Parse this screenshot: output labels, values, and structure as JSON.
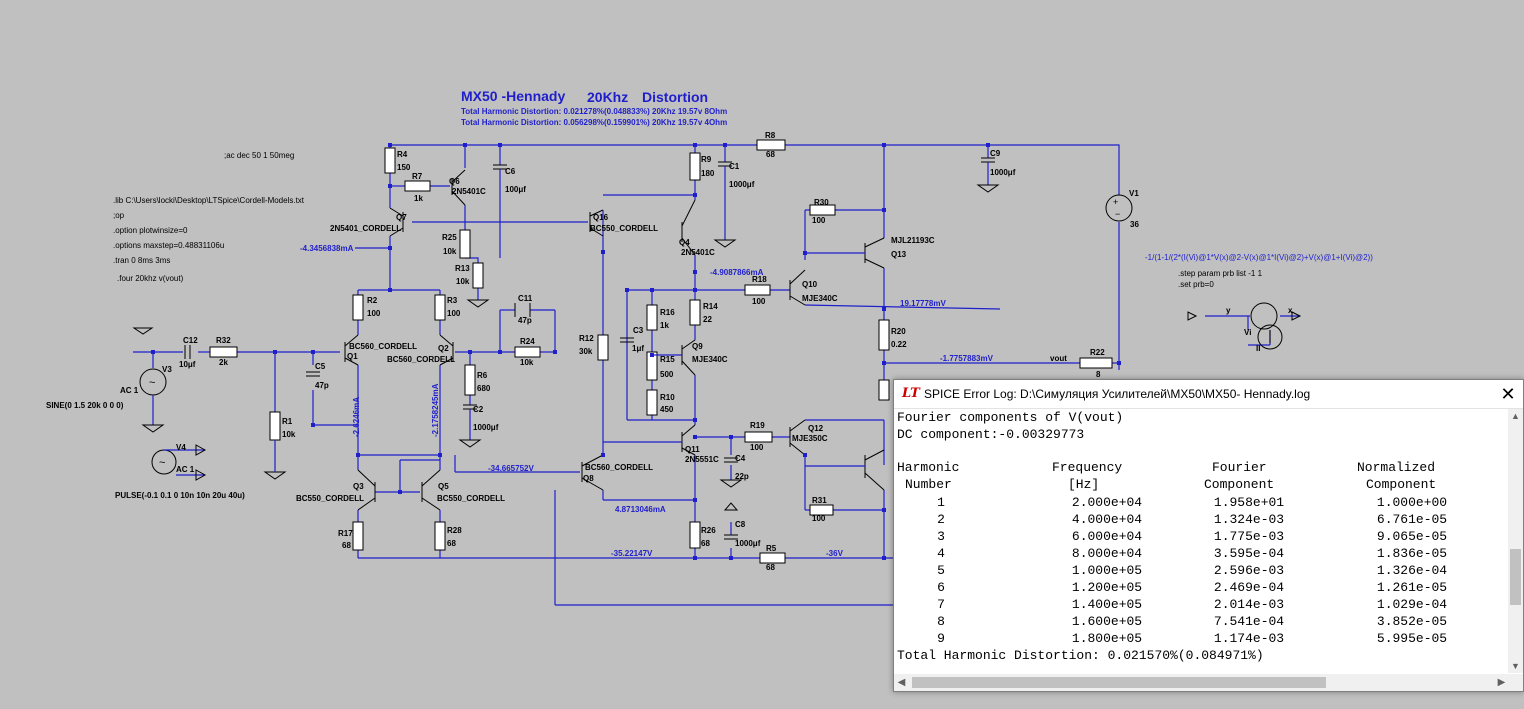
{
  "schematic": {
    "title": "MX50 -Hennady",
    "freq": "20Khz",
    "distortion_label": "Distortion",
    "thd_line1": "Total Harmonic Distortion: 0.021278%(0.048833%) 20Khz 19.57v  8Ohm",
    "thd_line2": "Total Harmonic Distortion: 0.056298%(0.159901%)  20Khz 19.57v  4Ohm",
    "directives": {
      "ac": ";ac dec 50 1 50meg",
      "lib": ".lib C:\\Users\\locki\\Desktop\\LTSpice\\Cordell-Models.txt",
      "op": ";op",
      "plotwinsize": ".option plotwinsize=0",
      "maxstep": ".options maxstep=0.48831106u",
      "tran": ".tran 0 8ms 3ms",
      "four": ".four 20khz v(vout)",
      "step": ".step param prb list -1 1",
      "setprb": ".set prb=0",
      "formula": "-1/(1-1/(2*(I(Vi)@1*V(x)@2-V(x)@1*I(Vi)@2)+V(x)@1+I(Vi)@2))"
    },
    "voltages": {
      "v1": "-4.3456838mA",
      "v2": "-4.9087866mA",
      "v3": "19.17778mV",
      "v4": "-1.7757883mV",
      "v5": "-2.6246mA",
      "v6": "-2.1758245mA",
      "v7": "-34.665752V",
      "v8": "4.8713046mA",
      "v9": "-35.22147V",
      "v10": "-36V"
    },
    "sources": {
      "v3_name": "V3",
      "v3_ac": "AC 1",
      "v3_sine": "SINE(0 1.5 20k 0 0 0)",
      "v4_name": "V4",
      "v4_ac": "AC 1",
      "v4_pulse": "PULSE(-0.1 0.1 0 10n 10n 20u 40u)",
      "v1_name": "V1",
      "v1_val": "36"
    },
    "parts": {
      "r4": "R4",
      "r4v": "150",
      "r7": "R7",
      "r7v": "1k",
      "q6": "Q6",
      "q6m": "2N5401C",
      "c6": "C6",
      "c6v": "100μf",
      "q7": "Q7",
      "q7m": "2N5401_CORDELL",
      "r25": "R25",
      "r25v": "10k",
      "r13": "R13",
      "r13v": "10k",
      "r8": "R8",
      "r8v": "68",
      "c9": "C9",
      "c9v": "1000μf",
      "r9": "R9",
      "r9v": "180",
      "c1": "C1",
      "c1v": "1000μf",
      "q16": "Q16",
      "q16m": "BC550_CORDELL",
      "q4": "Q4",
      "q4m": "2N5401C",
      "r30": "R30",
      "r30v": "100",
      "q13": "Q13",
      "q13m": "MJL21193C",
      "r18": "R18",
      "r18v": "100",
      "q10": "Q10",
      "q10m": "MJE340C",
      "r14": "R14",
      "r14v": "22",
      "r16": "R16",
      "r16v": "1k",
      "c3": "C3",
      "c3v": "1μf",
      "r15": "R15",
      "r15v": "500",
      "r10": "R10",
      "r10v": "450",
      "q9": "Q9",
      "q9m": "MJE340C",
      "r20": "R20",
      "r20v": "0.22",
      "r22": "R22",
      "r22v": "8",
      "vout": "vout",
      "r2": "R2",
      "r2v": "100",
      "r3": "R3",
      "r3v": "100",
      "c11": "C11",
      "c11v": "47p",
      "r24": "R24",
      "r24v": "10k",
      "r12": "R12",
      "r12v": "30k",
      "c12": "C12",
      "c12v": "10μf",
      "r32": "R32",
      "r32v": "2k",
      "q1": "Q1",
      "q1m": "BC560_CORDELL",
      "q2": "Q2",
      "q2m": "BC560_CORDELL",
      "c5": "C5",
      "c5v": "47p",
      "r6": "R6",
      "r6v": "680",
      "c2": "C2",
      "c2v": "1000μf",
      "r1": "R1",
      "r1v": "10k",
      "q3": "Q3",
      "q3m": "BC550_CORDELL",
      "q5": "Q5",
      "q5m": "BC550_CORDELL",
      "r17": "R17",
      "r17v": "68",
      "r28": "R28",
      "r28v": "68",
      "q8": "Q8",
      "q8m": "BC560_CORDELL",
      "q11": "Q11",
      "q11m": "2N5551C",
      "c4": "C4",
      "c4v": "22p",
      "r19": "R19",
      "r19v": "100",
      "q12": "Q12",
      "q12m": "MJE350C",
      "r31": "R31",
      "r31v": "100",
      "r26": "R26",
      "r26v": "68",
      "c8": "C8",
      "c8v": "1000μf",
      "r5": "R5",
      "r5v": "68",
      "vi": "Vi",
      "ii": "II",
      "y": "y",
      "x": "x"
    }
  },
  "log_window": {
    "title": "SPICE Error Log: D:\\Симуляция Усилителей\\MX50\\MX50- Hennady.log",
    "icon": "LT",
    "close": "✕",
    "fourier_header": "Fourier components of V(vout)",
    "dc_line": "DC component:-0.00329773",
    "col_headers_1": [
      "Harmonic",
      "Frequency",
      "Fourier",
      "Normalized"
    ],
    "col_headers_2": [
      "Number",
      "[Hz]",
      "Component",
      "Component"
    ],
    "rows": [
      [
        "1",
        "2.000e+04",
        "1.958e+01",
        "1.000e+00"
      ],
      [
        "2",
        "4.000e+04",
        "1.324e-03",
        "6.761e-05"
      ],
      [
        "3",
        "6.000e+04",
        "1.775e-03",
        "9.065e-05"
      ],
      [
        "4",
        "8.000e+04",
        "3.595e-04",
        "1.836e-05"
      ],
      [
        "5",
        "1.000e+05",
        "2.596e-03",
        "1.326e-04"
      ],
      [
        "6",
        "1.200e+05",
        "2.469e-04",
        "1.261e-05"
      ],
      [
        "7",
        "1.400e+05",
        "2.014e-03",
        "1.029e-04"
      ],
      [
        "8",
        "1.600e+05",
        "7.541e-04",
        "3.852e-05"
      ],
      [
        "9",
        "1.800e+05",
        "1.174e-03",
        "5.995e-05"
      ]
    ],
    "thd_line": "Total Harmonic Distortion: 0.021570%(0.084971%)"
  }
}
